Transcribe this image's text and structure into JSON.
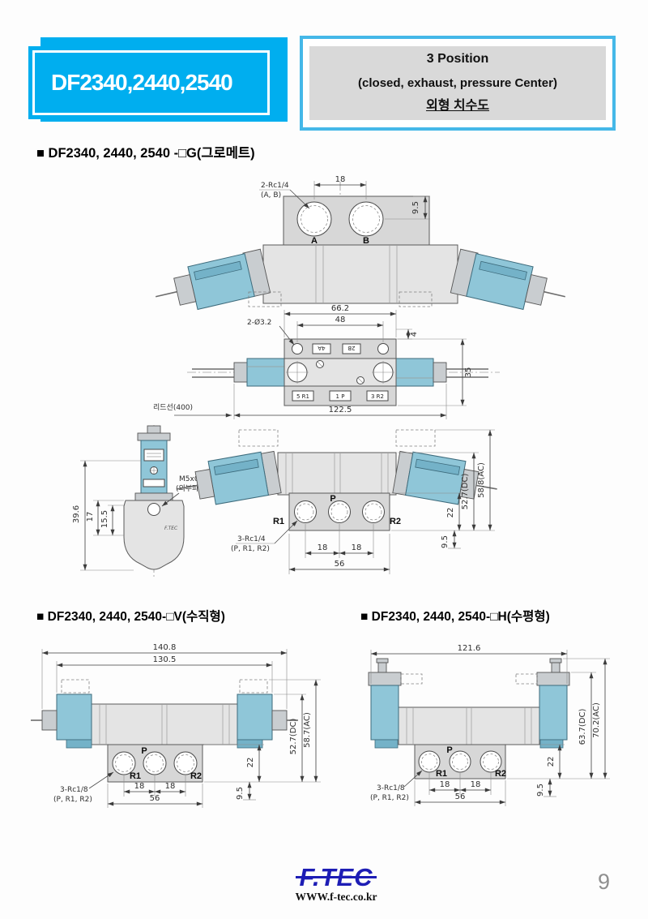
{
  "header": {
    "model_title": "DF2340,2440,2540",
    "position_box": {
      "line1": "3 Position",
      "line2": "(closed, exhaust, pressure Center)",
      "line3": "외형 치수도"
    }
  },
  "sections": {
    "grommet": "■  DF2340, 2440, 2540 -□G(그로메트)",
    "vertical": "■  DF2340, 2440, 2540-□V(수직형)",
    "horizontal": "■  DF2340, 2440, 2540-□H(수평형)"
  },
  "drawing_g": {
    "top_view": {
      "thread_label": "2-Rc1/4",
      "thread_ports": "(A, B)",
      "dim_port_pitch": "18",
      "dim_port_depth": "9.5",
      "port_a": "A",
      "port_b": "B"
    },
    "plan_view": {
      "dim_width": "66.2",
      "dim_hole_pitch": "48",
      "dim_offset": "4",
      "hole_label": "2-Ø3.2",
      "dim_height": "35",
      "dim_total": "122.5",
      "lead_wire": "리드선(400)",
      "port_4a": "4A",
      "port_2b": "2B",
      "port_5r1": "5 R1",
      "port_1p": "1 P",
      "port_3r2": "3 R2"
    },
    "side_view": {
      "dim_total_h": "39.6",
      "dim_17": "17",
      "dim_155": "15.5",
      "pilot_label": "M5x0,8",
      "pilot_sub": "(외부파일럿)",
      "logo": "F.TEC"
    },
    "front_view": {
      "port_p": "P",
      "port_r1": "R1",
      "port_r2": "R2",
      "thread_label": "3-Rc1/4",
      "thread_ports": "(P, R1, R2)",
      "dim_18a": "18",
      "dim_18b": "18",
      "dim_56": "56",
      "dim_22": "22",
      "dim_95": "9.5",
      "dim_dc": "52.7(DC)",
      "dim_ac": "58.8(AC)"
    }
  },
  "drawing_v": {
    "dim_1408": "140.8",
    "dim_1305": "130.5",
    "dim_dc": "52.7(DC)",
    "dim_ac": "58.7(AC)",
    "dim_22": "22",
    "dim_95": "9.5",
    "dim_18a": "18",
    "dim_18b": "18",
    "dim_56": "56",
    "port_p": "P",
    "port_r1": "R1",
    "port_r2": "R2",
    "thread_label": "3-Rc1/8",
    "thread_ports": "(P, R1, R2)"
  },
  "drawing_h": {
    "dim_1216": "121.6",
    "dim_dc": "63.7(DC)",
    "dim_ac": "70.2(AC)",
    "dim_22": "22",
    "dim_95": "9.5",
    "dim_18a": "18",
    "dim_18b": "18",
    "dim_56": "56",
    "port_p": "P",
    "port_r1": "R1",
    "port_r2": "R2",
    "thread_label": "3-Rc1/8",
    "thread_ports": "(P, R1, R2)"
  },
  "footer": {
    "logo": "F.TEC",
    "url": "WWW.f-tec.co.kr",
    "page_number": "9"
  },
  "colors": {
    "accent_cyan": "#00AEEF",
    "box_border_blue": "#45B8E8",
    "panel_gray": "#D9D9D9",
    "solenoid_blue": "#8FC6D8",
    "body_gray": "#E4E4E4",
    "logo_blue": "#1D1DB5"
  }
}
